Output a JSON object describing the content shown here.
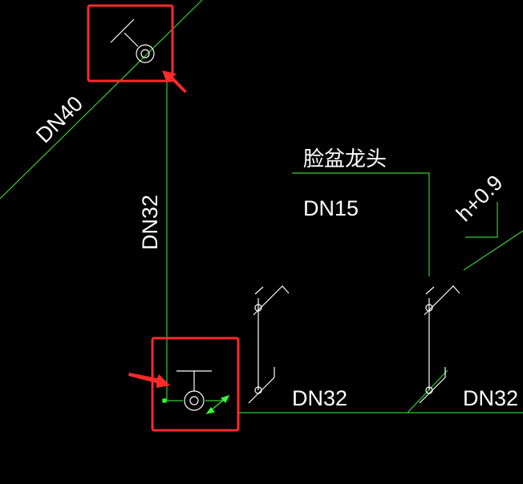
{
  "drawing": {
    "background": "#000000",
    "pipe_color": "#33cc33",
    "fixture_color": "#ffffff",
    "highlight_color": "#ff2a2a",
    "labels": {
      "main_pipe": "DN40",
      "riser_pipe": "DN32",
      "branch_pipe_left": "DN32",
      "branch_pipe_right": "DN32",
      "fixture_name": "脸盆龙头",
      "fixture_pipe": "DN15",
      "elevation": "h+0.9"
    },
    "highlights": [
      {
        "name": "top-valve-highlight",
        "arrow": "red-arrow-pointing-up-left"
      },
      {
        "name": "bottom-valve-highlight",
        "arrow": "red-arrow-pointing-right"
      }
    ]
  }
}
